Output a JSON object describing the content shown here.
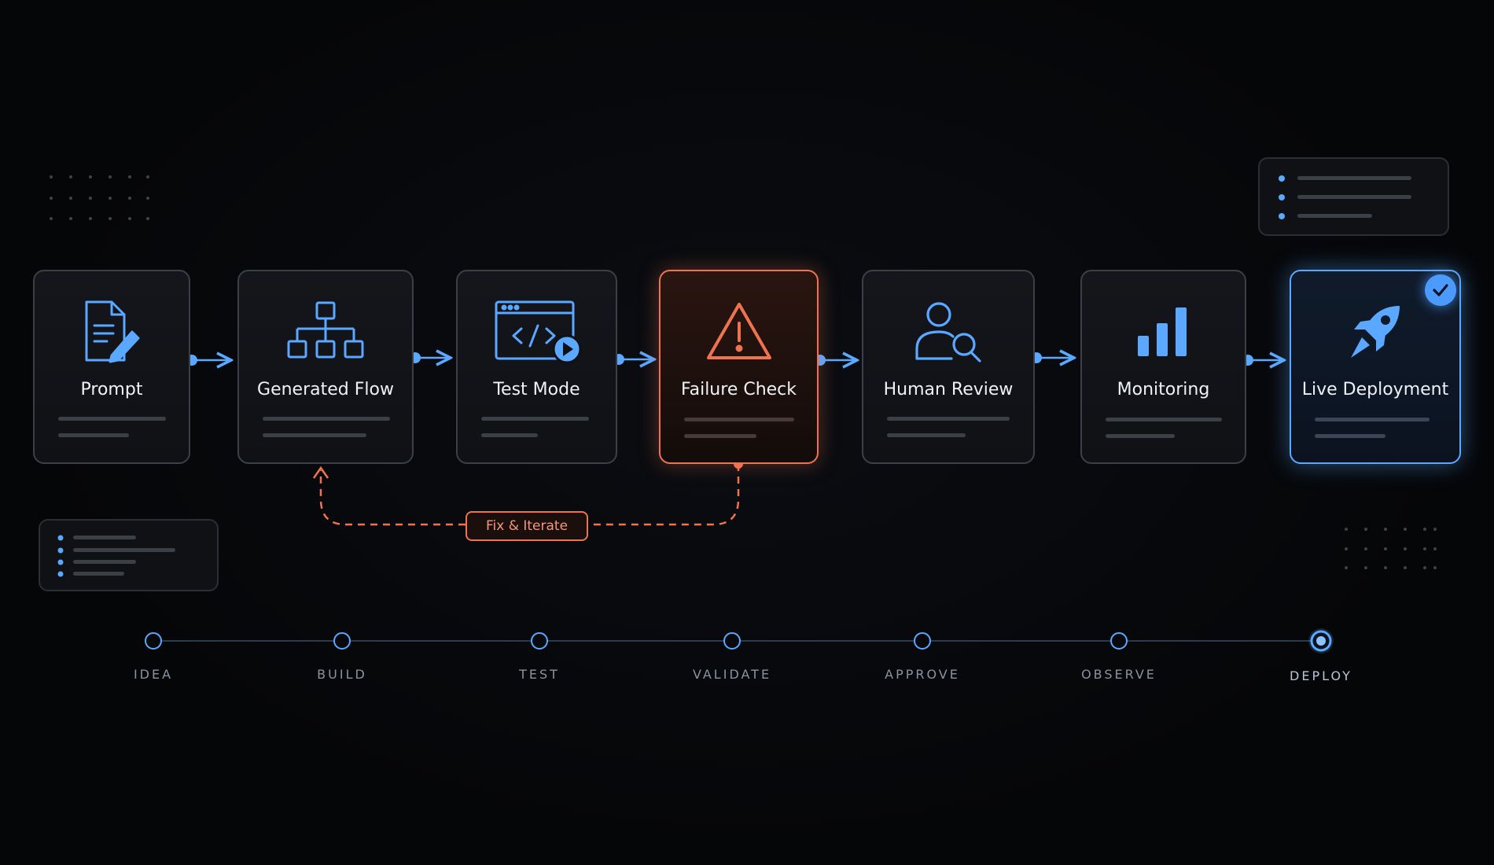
{
  "colors": {
    "accent_blue": "#5aa8ff",
    "failure_orange": "#f0734f",
    "card_border": "#3a3f48",
    "background": "#050608"
  },
  "pipeline": {
    "steps": [
      {
        "label": "Prompt",
        "icon": "document-pencil-icon",
        "state": "default"
      },
      {
        "label": "Generated Flow",
        "icon": "flowchart-hierarchy-icon",
        "state": "default"
      },
      {
        "label": "Test Mode",
        "icon": "code-window-play-icon",
        "state": "default"
      },
      {
        "label": "Failure Check",
        "icon": "warning-triangle-icon",
        "state": "failure"
      },
      {
        "label": "Human Review",
        "icon": "person-search-icon",
        "state": "default"
      },
      {
        "label": "Monitoring",
        "icon": "bar-chart-icon",
        "state": "default"
      },
      {
        "label": "Live Deployment",
        "icon": "rocket-icon",
        "state": "active",
        "badge": "check-icon"
      }
    ],
    "loop_label": "Fix & Iterate"
  },
  "timeline": {
    "stages": [
      "IDEA",
      "BUILD",
      "TEST",
      "VALIDATE",
      "APPROVE",
      "OBSERVE",
      "DEPLOY"
    ],
    "active_stage": "DEPLOY"
  }
}
